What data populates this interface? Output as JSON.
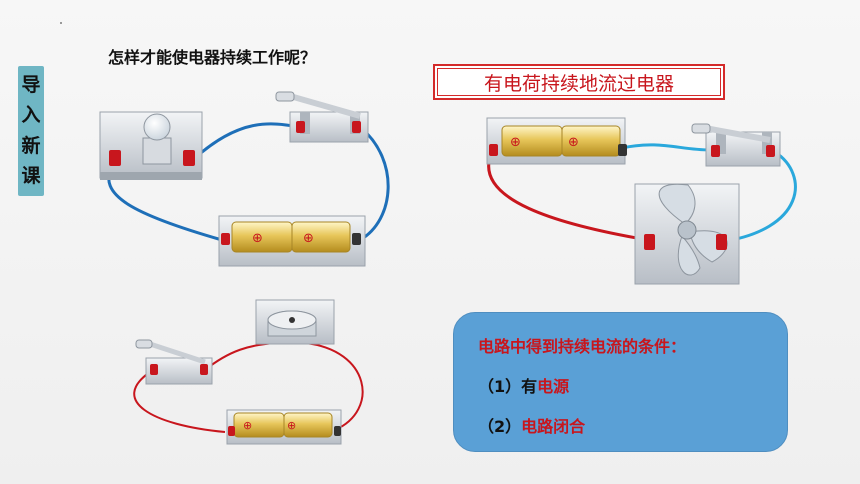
{
  "side_tag": [
    "导",
    "入",
    "新",
    "课"
  ],
  "question": "怎样才能使电器持续工作呢？",
  "answer": "有电荷持续地流过电器",
  "conditions": {
    "title": "电路中得到持续电流的条件：",
    "items": [
      {
        "prefix": "（1）有",
        "highlight": "电源"
      },
      {
        "prefix": "（2）",
        "highlight": "电路闭合"
      }
    ]
  },
  "battery_symbol": "⊕",
  "colors": {
    "accent_red": "#c8161d",
    "tag_teal": "#6fb6c4",
    "box_blue": "#5aa0d6",
    "wire_blue": "#1e6fb8",
    "wire_red": "#c8161d",
    "wire_cyan": "#2aa8dc"
  }
}
